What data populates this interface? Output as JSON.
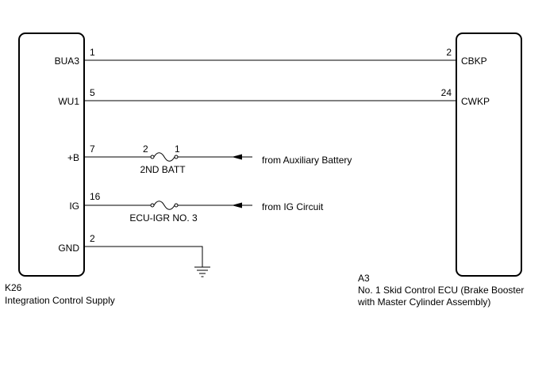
{
  "left_component": {
    "code": "K26",
    "name": "Integration Control Supply"
  },
  "right_component": {
    "code": "A3",
    "name_line1": "No. 1 Skid Control ECU (Brake Booster",
    "name_line2": "with Master Cylinder Assembly)"
  },
  "connections": [
    {
      "left_terminal": "BUA3",
      "left_pin": "1",
      "right_pin": "2",
      "right_terminal": "CBKP"
    },
    {
      "left_terminal": "WU1",
      "left_pin": "5",
      "right_pin": "24",
      "right_terminal": "CWKP"
    }
  ],
  "feeds": [
    {
      "terminal": "+B",
      "pin": "7",
      "fuse_pin_left": "2",
      "fuse_pin_right": "1",
      "fuse_name": "2ND BATT",
      "source": "from Auxiliary Battery"
    },
    {
      "terminal": "IG",
      "pin": "16",
      "fuse_pin_left": "",
      "fuse_pin_right": "",
      "fuse_name": "ECU-IGR NO. 3",
      "source": "from IG Circuit"
    }
  ],
  "ground": {
    "terminal": "GND",
    "pin": "2",
    "icon": "ground-symbol-icon"
  }
}
